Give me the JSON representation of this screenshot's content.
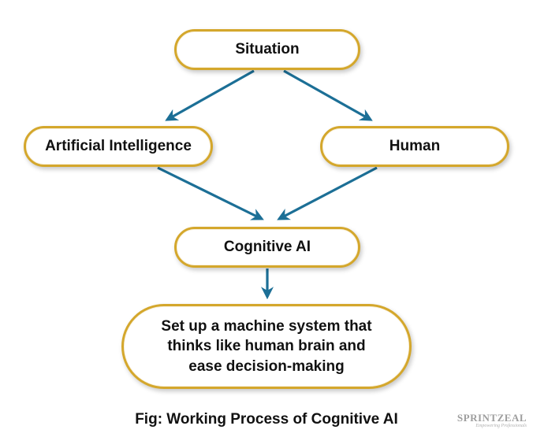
{
  "nodes": {
    "situation": "Situation",
    "ai": "Artificial Intelligence",
    "human": "Human",
    "cognitive": "Cognitive AI",
    "result_line1": "Set up a machine system that",
    "result_line2": "thinks like human brain and",
    "result_line3": "ease decision-making"
  },
  "caption": "Fig: Working Process of Cognitive AI",
  "logo": {
    "name": "SPRINTZEAL",
    "tagline": "Empowering Professionals"
  },
  "colors": {
    "node_border": "#d4a72c",
    "arrow": "#1c6f96",
    "text": "#111111"
  }
}
